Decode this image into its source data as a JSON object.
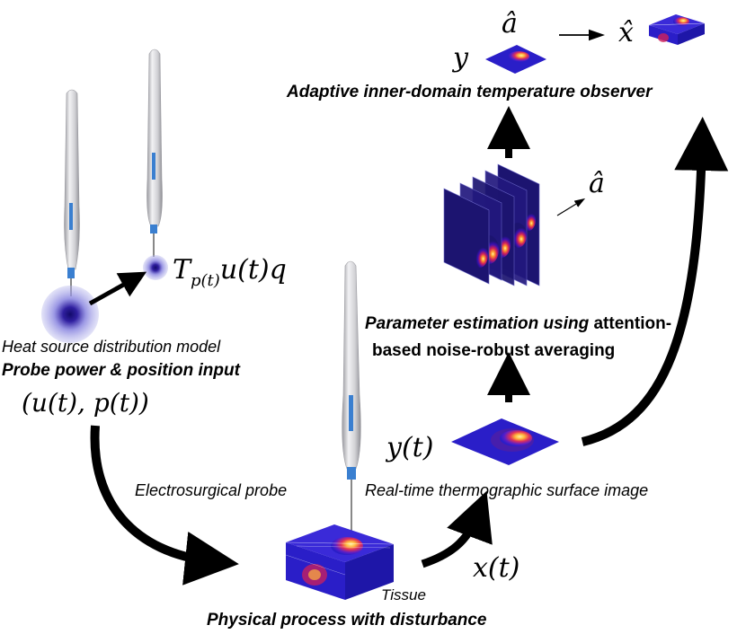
{
  "labels": {
    "observer_title": "Adaptive inner-domain temperature observer",
    "param_line1_italic": "Parameter estimation using",
    "param_line1_rest": " attention-",
    "param_line2": "based noise-robust averaging",
    "heat_source_model": "Heat source distribution model",
    "probe_input": "Probe power & position input",
    "electrosurgical_probe": "Electrosurgical probe",
    "surface_image": "Real-time thermographic surface image",
    "tissue": "Tissue",
    "physical_process": "Physical process with disturbance"
  },
  "math": {
    "y_top": "y",
    "a_hat_top": "â",
    "x_hat": "x̂",
    "a_hat_mid": "â",
    "tpu_T": "T",
    "tpu_sub": "p(t)",
    "tpu_rest": "u(t)q",
    "input_pair": "(u(t), p(t))",
    "y_t": "y(t)",
    "x_t": "x(t)"
  },
  "colors": {
    "arrow": "#000000",
    "probe_body": "#d4d4d6",
    "probe_tip": "#3a7fd0",
    "heat_core": "#ffd24a",
    "heat_mid": "#e0305a",
    "heat_outer": "#2a1ec8",
    "glow": "#6e6ed8"
  }
}
